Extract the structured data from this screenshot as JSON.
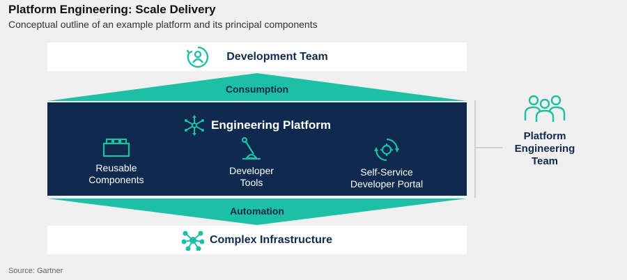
{
  "header": {
    "title": "Platform Engineering: Scale Delivery",
    "subtitle": "Conceptual outline of an example platform and its principal components"
  },
  "diagram": {
    "top_box": {
      "label": "Development Team",
      "icon": "user-cycle-icon"
    },
    "top_band": {
      "label": "Consumption"
    },
    "platform": {
      "title": "Engineering Platform",
      "icon": "arrows-network-icon",
      "components": [
        {
          "label": "Reusable\nComponents",
          "icon": "lego-brick-icon"
        },
        {
          "label": "Developer\nTools",
          "icon": "lever-tool-icon"
        },
        {
          "label": "Self-Service\nDeveloper Portal",
          "icon": "gear-cycle-icon"
        }
      ]
    },
    "bottom_band": {
      "label": "Automation"
    },
    "bottom_box": {
      "label": "Complex Infrastructure",
      "icon": "network-hub-icon"
    },
    "side_team": {
      "label": "Platform\nEngineering\nTeam",
      "icon": "team-people-icon"
    }
  },
  "footer": {
    "source": "Source: Gartner"
  },
  "colors": {
    "navy": "#0f2a4e",
    "teal": "#1dbfa5",
    "background": "#f0f0f0"
  }
}
